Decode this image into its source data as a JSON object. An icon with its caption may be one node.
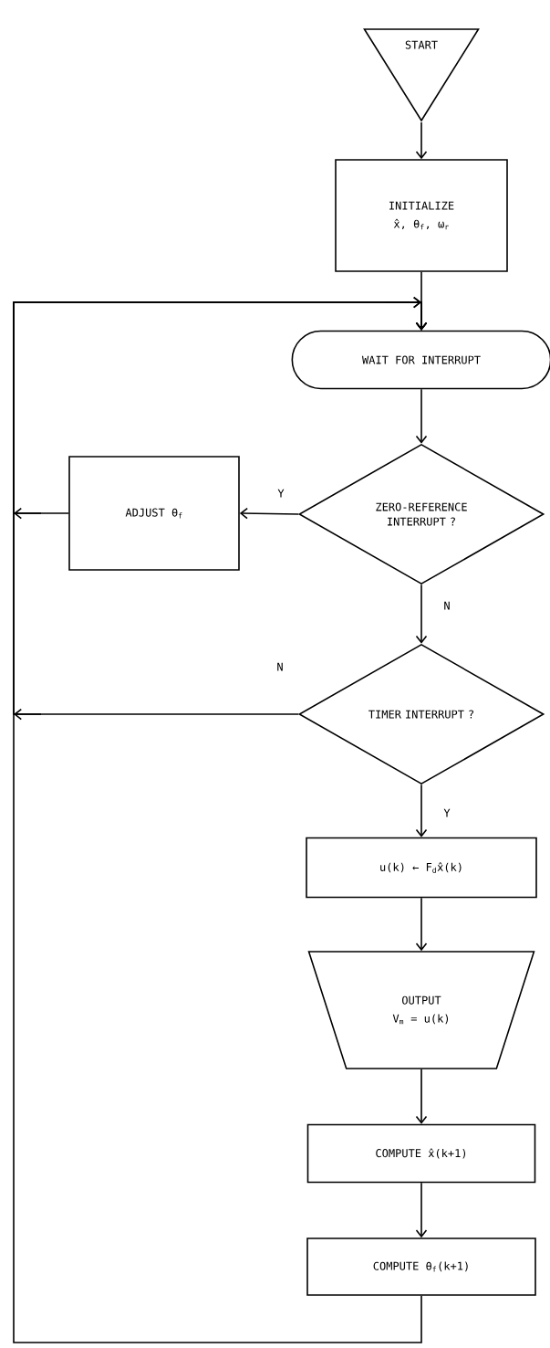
{
  "diagram": {
    "nodes": [
      {
        "text": [
          "START"
        ]
      },
      {
        "text": [
          "INITIALIZE",
          "x̂, θ$_{f}$, ω$_{r}$"
        ]
      },
      {
        "text": [
          "WAIT FOR INTERRUPT"
        ]
      },
      {
        "text": [
          "ZERO-REFERENCE INTERRUPT ?"
        ]
      },
      {
        "text": [
          "ADJUST θ$_{f}$"
        ]
      },
      {
        "text": [
          "TIMER INTERRUPT ?"
        ]
      },
      {
        "text": [
          "u(k) ← F$_{d}$x̂(k)"
        ]
      },
      {
        "text": [
          "OUTPUT",
          "V$_{m}$ = u(k)"
        ]
      },
      {
        "text": [
          "COMPUTE  x̂(k+1)"
        ]
      },
      {
        "text": [
          "COMPUTE  θ$_{f}$(k+1)"
        ]
      }
    ],
    "edges": [
      {
        "from": 0,
        "to": 1,
        "arrow": "to"
      },
      {
        "from": 1,
        "to": 2,
        "arrow": "to"
      },
      {
        "from": 2,
        "to": 3,
        "arrow": "to"
      },
      {
        "from": 3,
        "to": 4,
        "arrow": "to",
        "label": "Y"
      },
      {
        "from": 4,
        "to": 2,
        "arrow": "to"
      },
      {
        "from": 3,
        "to": 5,
        "arrow": "to",
        "label": "N"
      },
      {
        "from": 5,
        "to": 2,
        "arrow": "to",
        "label": "N"
      },
      {
        "from": 5,
        "to": 6,
        "arrow": "to",
        "label": "Y"
      },
      {
        "from": 6,
        "to": 7,
        "arrow": "to"
      },
      {
        "from": 7,
        "to": 8,
        "arrow": "to"
      },
      {
        "from": 8,
        "to": 9,
        "arrow": "to"
      },
      {
        "from": 9,
        "to": 2,
        "arrow": "to"
      }
    ]
  }
}
